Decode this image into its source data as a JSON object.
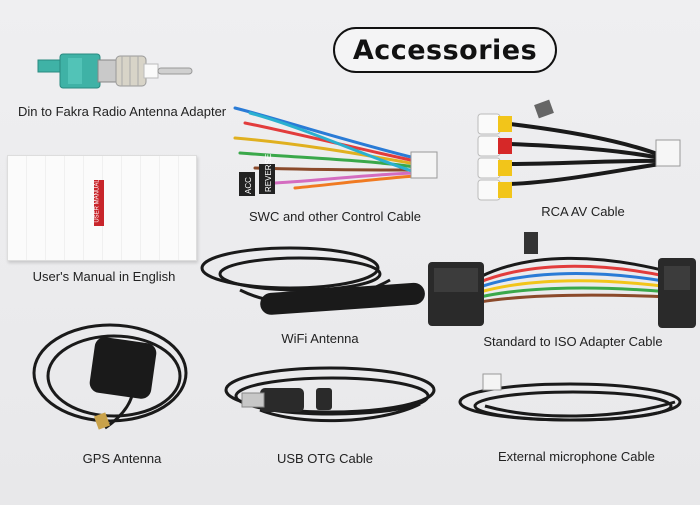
{
  "heading": "Accessories",
  "items": [
    {
      "label": "Din to Fakra Radio Antenna Adapter"
    },
    {
      "label": "SWC and other Control Cable"
    },
    {
      "label": "RCA AV Cable"
    },
    {
      "label": "User's Manual in English",
      "cover_text": "USER MANUAL"
    },
    {
      "label": "WiFi Antenna"
    },
    {
      "label": "Standard to ISO Adapter Cable"
    },
    {
      "label": "GPS Antenna"
    },
    {
      "label": "USB OTG Cable"
    },
    {
      "label": "External microphone Cable"
    }
  ],
  "swc_tags": [
    "ACC",
    "REVERSE"
  ],
  "colors": {
    "fakra_teal": "#3fb2a6",
    "manual_red": "#c8252b",
    "cable_black": "#1a1a1a"
  }
}
